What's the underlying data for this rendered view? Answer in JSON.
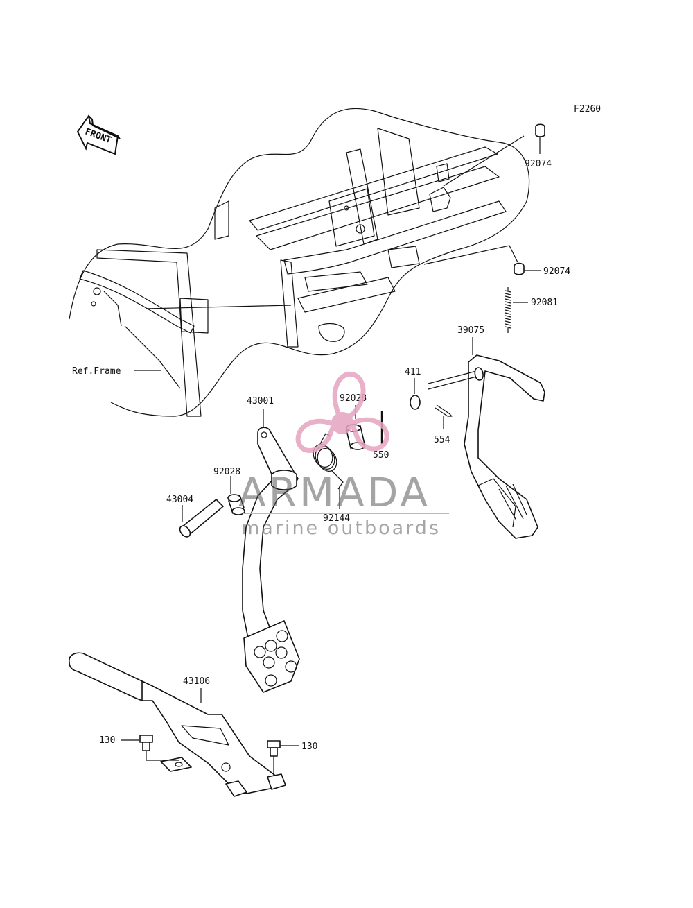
{
  "figure_code": "F2260",
  "front_label": "FRONT",
  "ref_frame_label": "Ref.Frame",
  "part_labels": {
    "p92074_top": "92074",
    "p92074_mid": "92074",
    "p92081": "92081",
    "p39075": "39075",
    "p411": "411",
    "p554": "554",
    "p43001": "43001",
    "p92028_top": "92028",
    "p550": "550",
    "p92028_left": "92028",
    "p92144": "92144",
    "p43004": "43004",
    "p43106": "43106",
    "p130_left": "130",
    "p130_right": "130"
  },
  "watermark": {
    "brand": "ARMADA",
    "tagline": "marine outboards",
    "accent_color": "#e6a3c0"
  }
}
